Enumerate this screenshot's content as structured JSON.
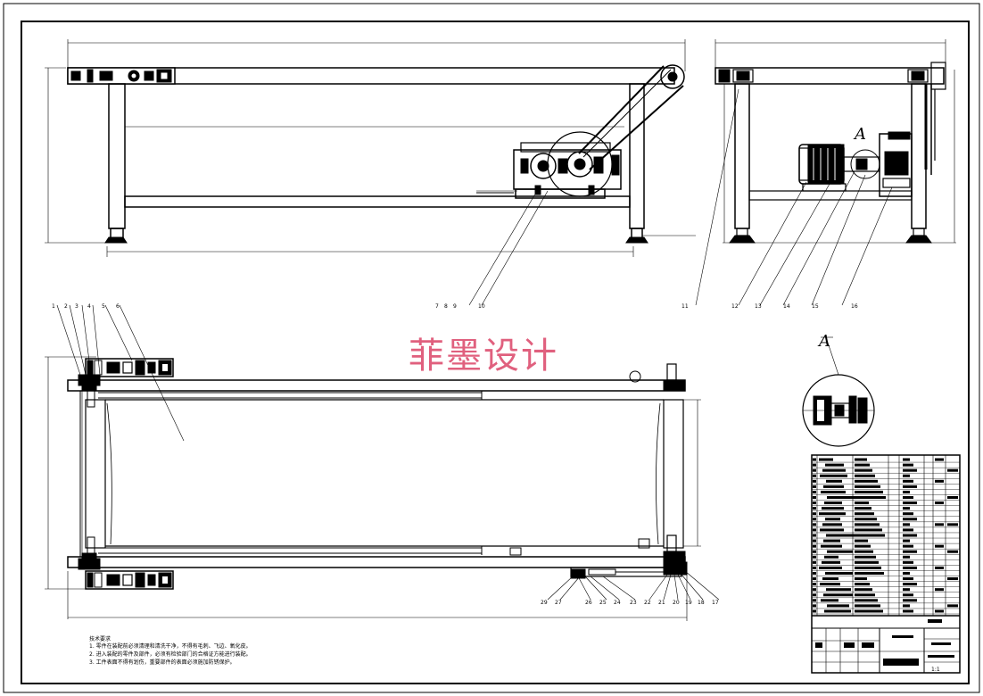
{
  "watermark": "菲墨设计",
  "section_mark": "A",
  "detail_label": "A",
  "front_view_callouts": [
    "7",
    "8",
    "9",
    "10"
  ],
  "side_view_callouts": [
    "11",
    "12",
    "13",
    "14",
    "15",
    "16"
  ],
  "top_view_callouts_top": [
    "1",
    "2",
    "3",
    "4",
    "5",
    "6"
  ],
  "top_view_callouts_bottom": [
    "29",
    "27",
    "26",
    "25",
    "24",
    "23",
    "22",
    "21",
    "20",
    "19",
    "18",
    "17"
  ],
  "tech_title": "技术要求",
  "tech_notes": [
    "1. 零件在装配前必须清理和清洗干净，不得有毛刺、飞边、氧化皮。",
    "2. 进入装配的零件及部件，必须有检验部门的合格证方能进行装配。",
    "3. 工件表面不得有划伤，重要部件的表面必须施加防锈保护。"
  ],
  "title_block": {
    "scale_mark": "1:1"
  }
}
